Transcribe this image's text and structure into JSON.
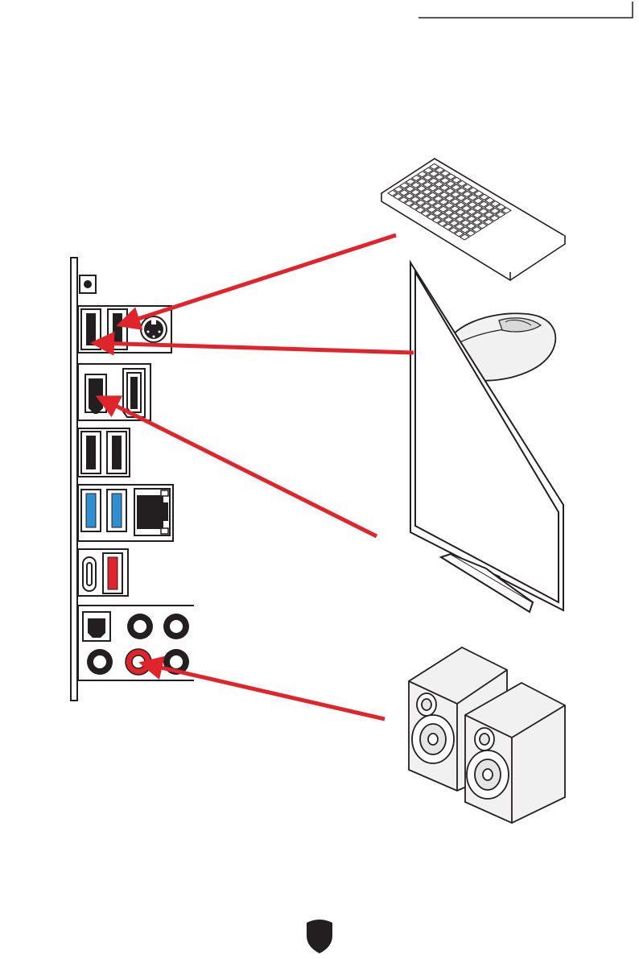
{
  "page": {
    "background": "#ffffff"
  },
  "colors": {
    "arrow": "#e0242b",
    "outline": "#231f20",
    "panel_fill": "#ffffff",
    "usb3_blue": "#2f8fd0",
    "usb_red": "#e0242b",
    "port_dark": "#231f20",
    "device_fill": "#f1f1f1"
  },
  "io_panel": {
    "ports": [
      {
        "id": "bios-flash-button",
        "icon": "button-icon"
      },
      {
        "id": "usb2-port-1",
        "icon": "usb-a-icon"
      },
      {
        "id": "usb2-port-2",
        "icon": "usb-a-icon"
      },
      {
        "id": "ps2-port",
        "icon": "ps2-icon"
      },
      {
        "id": "hdmi-port",
        "icon": "hdmi-icon"
      },
      {
        "id": "displayport-port",
        "icon": "displayport-icon"
      },
      {
        "id": "usb2-port-3",
        "icon": "usb-a-icon"
      },
      {
        "id": "usb2-port-4",
        "icon": "usb-a-icon"
      },
      {
        "id": "usb3-port-1",
        "icon": "usb-a-blue-icon"
      },
      {
        "id": "usb3-port-2",
        "icon": "usb-a-blue-icon"
      },
      {
        "id": "lan-port",
        "icon": "rj45-icon"
      },
      {
        "id": "usb-c-port",
        "icon": "usb-c-icon"
      },
      {
        "id": "usb3-red-port",
        "icon": "usb-a-red-icon"
      },
      {
        "id": "optical-out-port",
        "icon": "spdif-icon"
      },
      {
        "id": "audio-jack-1",
        "icon": "audio-jack-icon"
      },
      {
        "id": "audio-jack-2",
        "icon": "audio-jack-icon"
      },
      {
        "id": "audio-jack-3",
        "icon": "audio-jack-icon"
      },
      {
        "id": "line-out-jack",
        "icon": "audio-jack-red-icon"
      },
      {
        "id": "audio-jack-4",
        "icon": "audio-jack-icon"
      }
    ]
  },
  "devices": [
    {
      "id": "keyboard",
      "icon": "keyboard-icon"
    },
    {
      "id": "mouse",
      "icon": "mouse-icon"
    },
    {
      "id": "monitor",
      "icon": "monitor-icon"
    },
    {
      "id": "speakers",
      "icon": "speakers-icon"
    }
  ],
  "connections": [
    {
      "from": "keyboard",
      "to": "usb2-port-2"
    },
    {
      "from": "mouse",
      "to": "usb2-port-1"
    },
    {
      "from": "monitor",
      "to": "hdmi-port"
    },
    {
      "from": "speakers",
      "to": "line-out-jack"
    }
  ],
  "footer": {
    "logo_icon": "shield-icon"
  }
}
